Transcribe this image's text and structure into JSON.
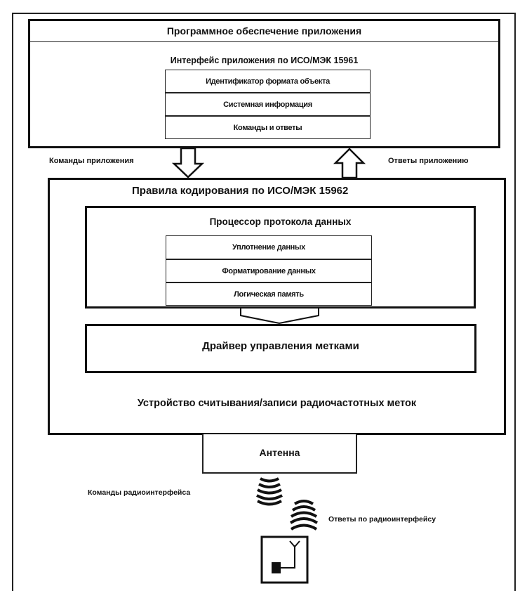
{
  "app_software": {
    "title": "Программное обеспечение приложения",
    "interface_title": "Интерфейс приложения по ИСО/МЭК 15961",
    "rows": [
      "Идентификатор формата объекта",
      "Системная информация",
      "Команды и ответы"
    ]
  },
  "arrows": {
    "commands_label": "Команды приложения",
    "responses_label": "Ответы приложению"
  },
  "encoding": {
    "title": "Правила кодирования по ИСО/МЭК 15962",
    "processor_title": "Процессор протокола данных",
    "rows": [
      "Уплотнение данных",
      "Форматирование данных",
      "Логическая память"
    ],
    "driver": "Драйвер управления метками",
    "device": "Устройство считывания/записи радиочастотных меток"
  },
  "antenna": {
    "label": "Антенна"
  },
  "radio": {
    "commands_label": "Команды радиоинтерфейса",
    "responses_label": "Ответы по радиоинтерфейсу"
  }
}
